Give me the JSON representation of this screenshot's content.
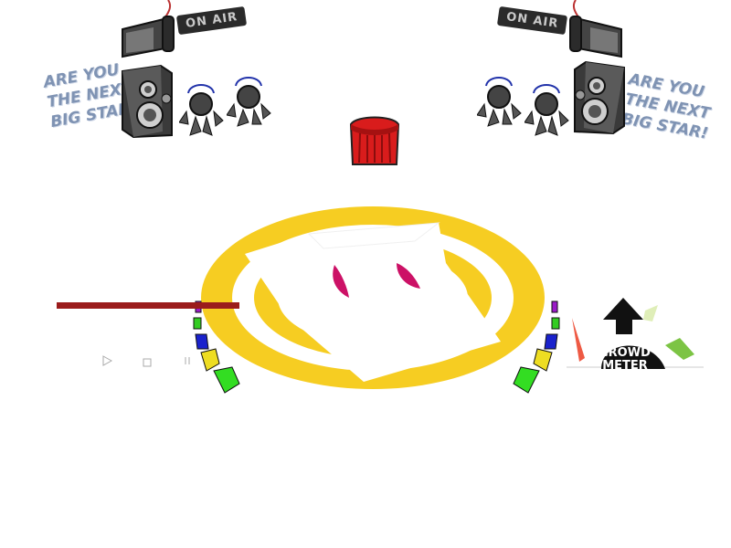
{
  "stage": {
    "on_air_left": "ON AIR",
    "on_air_right": "ON AIR",
    "tagline_left": [
      "ARE YOU",
      "THE NEXT",
      "BIG STAR!"
    ],
    "tagline_right": [
      "ARE YOU",
      "THE NEXT",
      "BIG STAR!"
    ]
  },
  "player": {
    "play_icon": "play-icon",
    "stop_icon": "stop-icon",
    "pause_icon": "pause-icon"
  },
  "crowd_meter": {
    "label_line1": "CROWD",
    "label_line2": "METER"
  },
  "colors": {
    "ring": "#f6cd22",
    "curtain": "#d91c1c",
    "eye": "#cc1166",
    "progress_bar": "#9b1c1c",
    "meter_dark": "#111111"
  }
}
